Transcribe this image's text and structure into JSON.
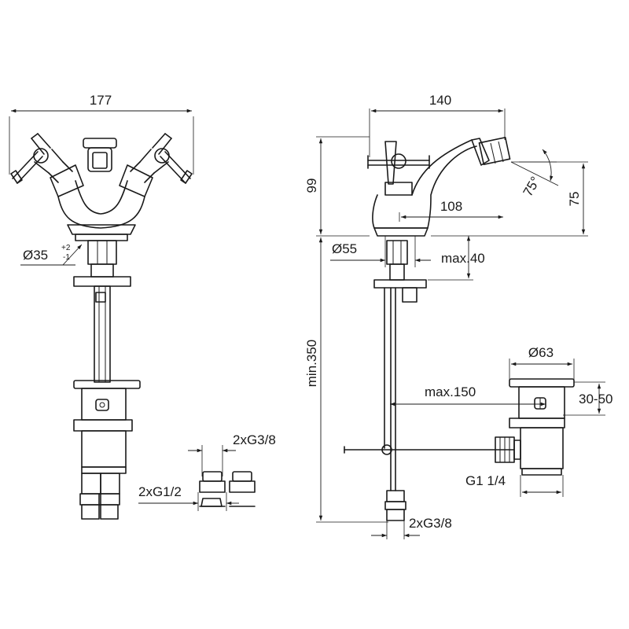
{
  "dimensions": {
    "width_front": "177",
    "width_side": "140",
    "height_body": "99",
    "spout_height": "75",
    "spout_reach": "108",
    "spray_angle": "75°",
    "hole_diameter": "Ø35",
    "hole_tol_plus": "+2",
    "hole_tol_minus": "-1",
    "base_diameter": "Ø55",
    "deck_thickness": "max.40",
    "drain_diameter": "Ø63",
    "drain_adjust": "30-50",
    "rod_reach": "max.150",
    "drain_thread": "G1 1/4",
    "min_height": "min.350",
    "inlet_thread_side": "2xG3/8",
    "adapter_thread_top": "2xG3/8",
    "adapter_thread_bottom": "2xG1/2"
  }
}
